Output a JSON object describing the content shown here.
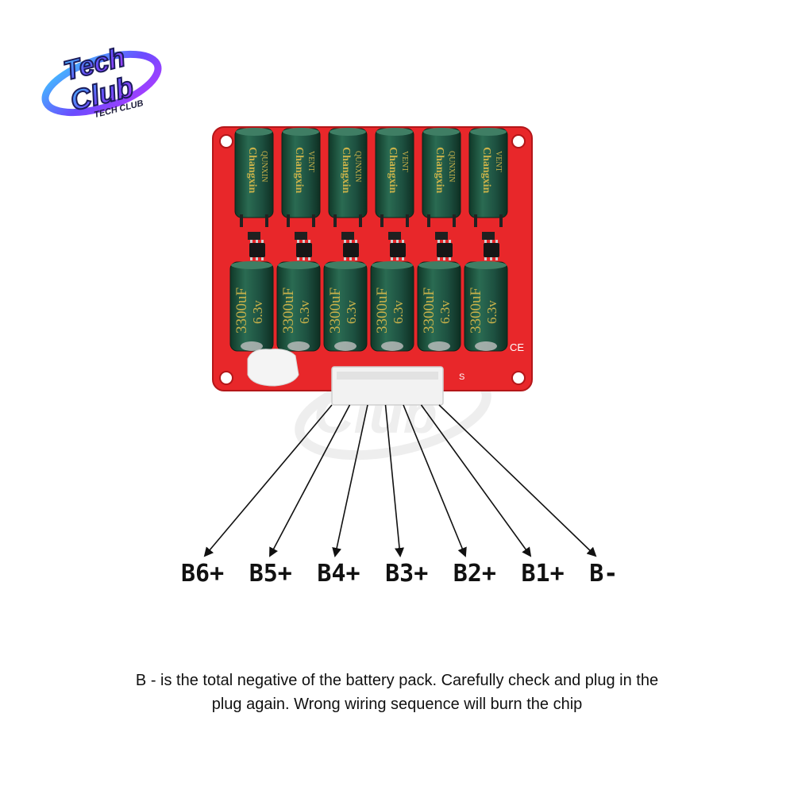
{
  "logo": {
    "word_top": "Tech",
    "word_bottom": "Club",
    "tagline": "TECH CLUB"
  },
  "board": {
    "capacitor_top_brand": "Changxin",
    "capacitor_top_marks": [
      "QUNXIN",
      "VENT"
    ],
    "capacitor_bottom_value": "3300uF",
    "capacitor_bottom_voltage": "6.3v",
    "capacitor_count_per_row": 6,
    "silkscreen_marks": [
      "CE",
      "S"
    ]
  },
  "pins": [
    {
      "label": "B6+"
    },
    {
      "label": "B5+"
    },
    {
      "label": "B4+"
    },
    {
      "label": "B3+"
    },
    {
      "label": "B2+"
    },
    {
      "label": "B1+"
    },
    {
      "label": "B-"
    }
  ],
  "note": {
    "line1": "B - is the total negative of the battery pack. Carefully check and plug in the",
    "line2": "plug again. Wrong wiring sequence will burn the chip"
  },
  "colors": {
    "pcb": "#e8272a",
    "capacitor_body": "#1f5a45",
    "capacitor_mark": "#c9b24a",
    "connector": "#f2f2f2",
    "arrow": "#111111"
  }
}
